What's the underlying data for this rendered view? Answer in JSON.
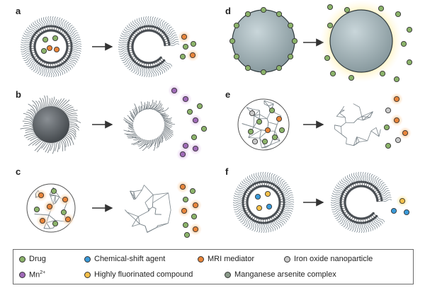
{
  "panels": {
    "a": "a",
    "b": "b",
    "c": "c",
    "d": "d",
    "e": "e",
    "f": "f"
  },
  "legend": {
    "drug": {
      "label": "Drug",
      "color": "#8bb36a"
    },
    "shift": {
      "label": "Chemical-shift agent",
      "color": "#3a9ad9"
    },
    "mri": {
      "label": "MRI mediator",
      "color": "#e8853a"
    },
    "iron": {
      "label": "Iron oxide nanoparticle",
      "color": "#c9c9c9"
    },
    "mn": {
      "label": "Mn",
      "sup": "2+",
      "color": "#a06ab8"
    },
    "fluor": {
      "label": "Highly fluorinated compound",
      "color": "#f4c04a"
    },
    "arsenite": {
      "label": "Manganese arsenite complex",
      "color": "#8a9a8a"
    }
  }
}
